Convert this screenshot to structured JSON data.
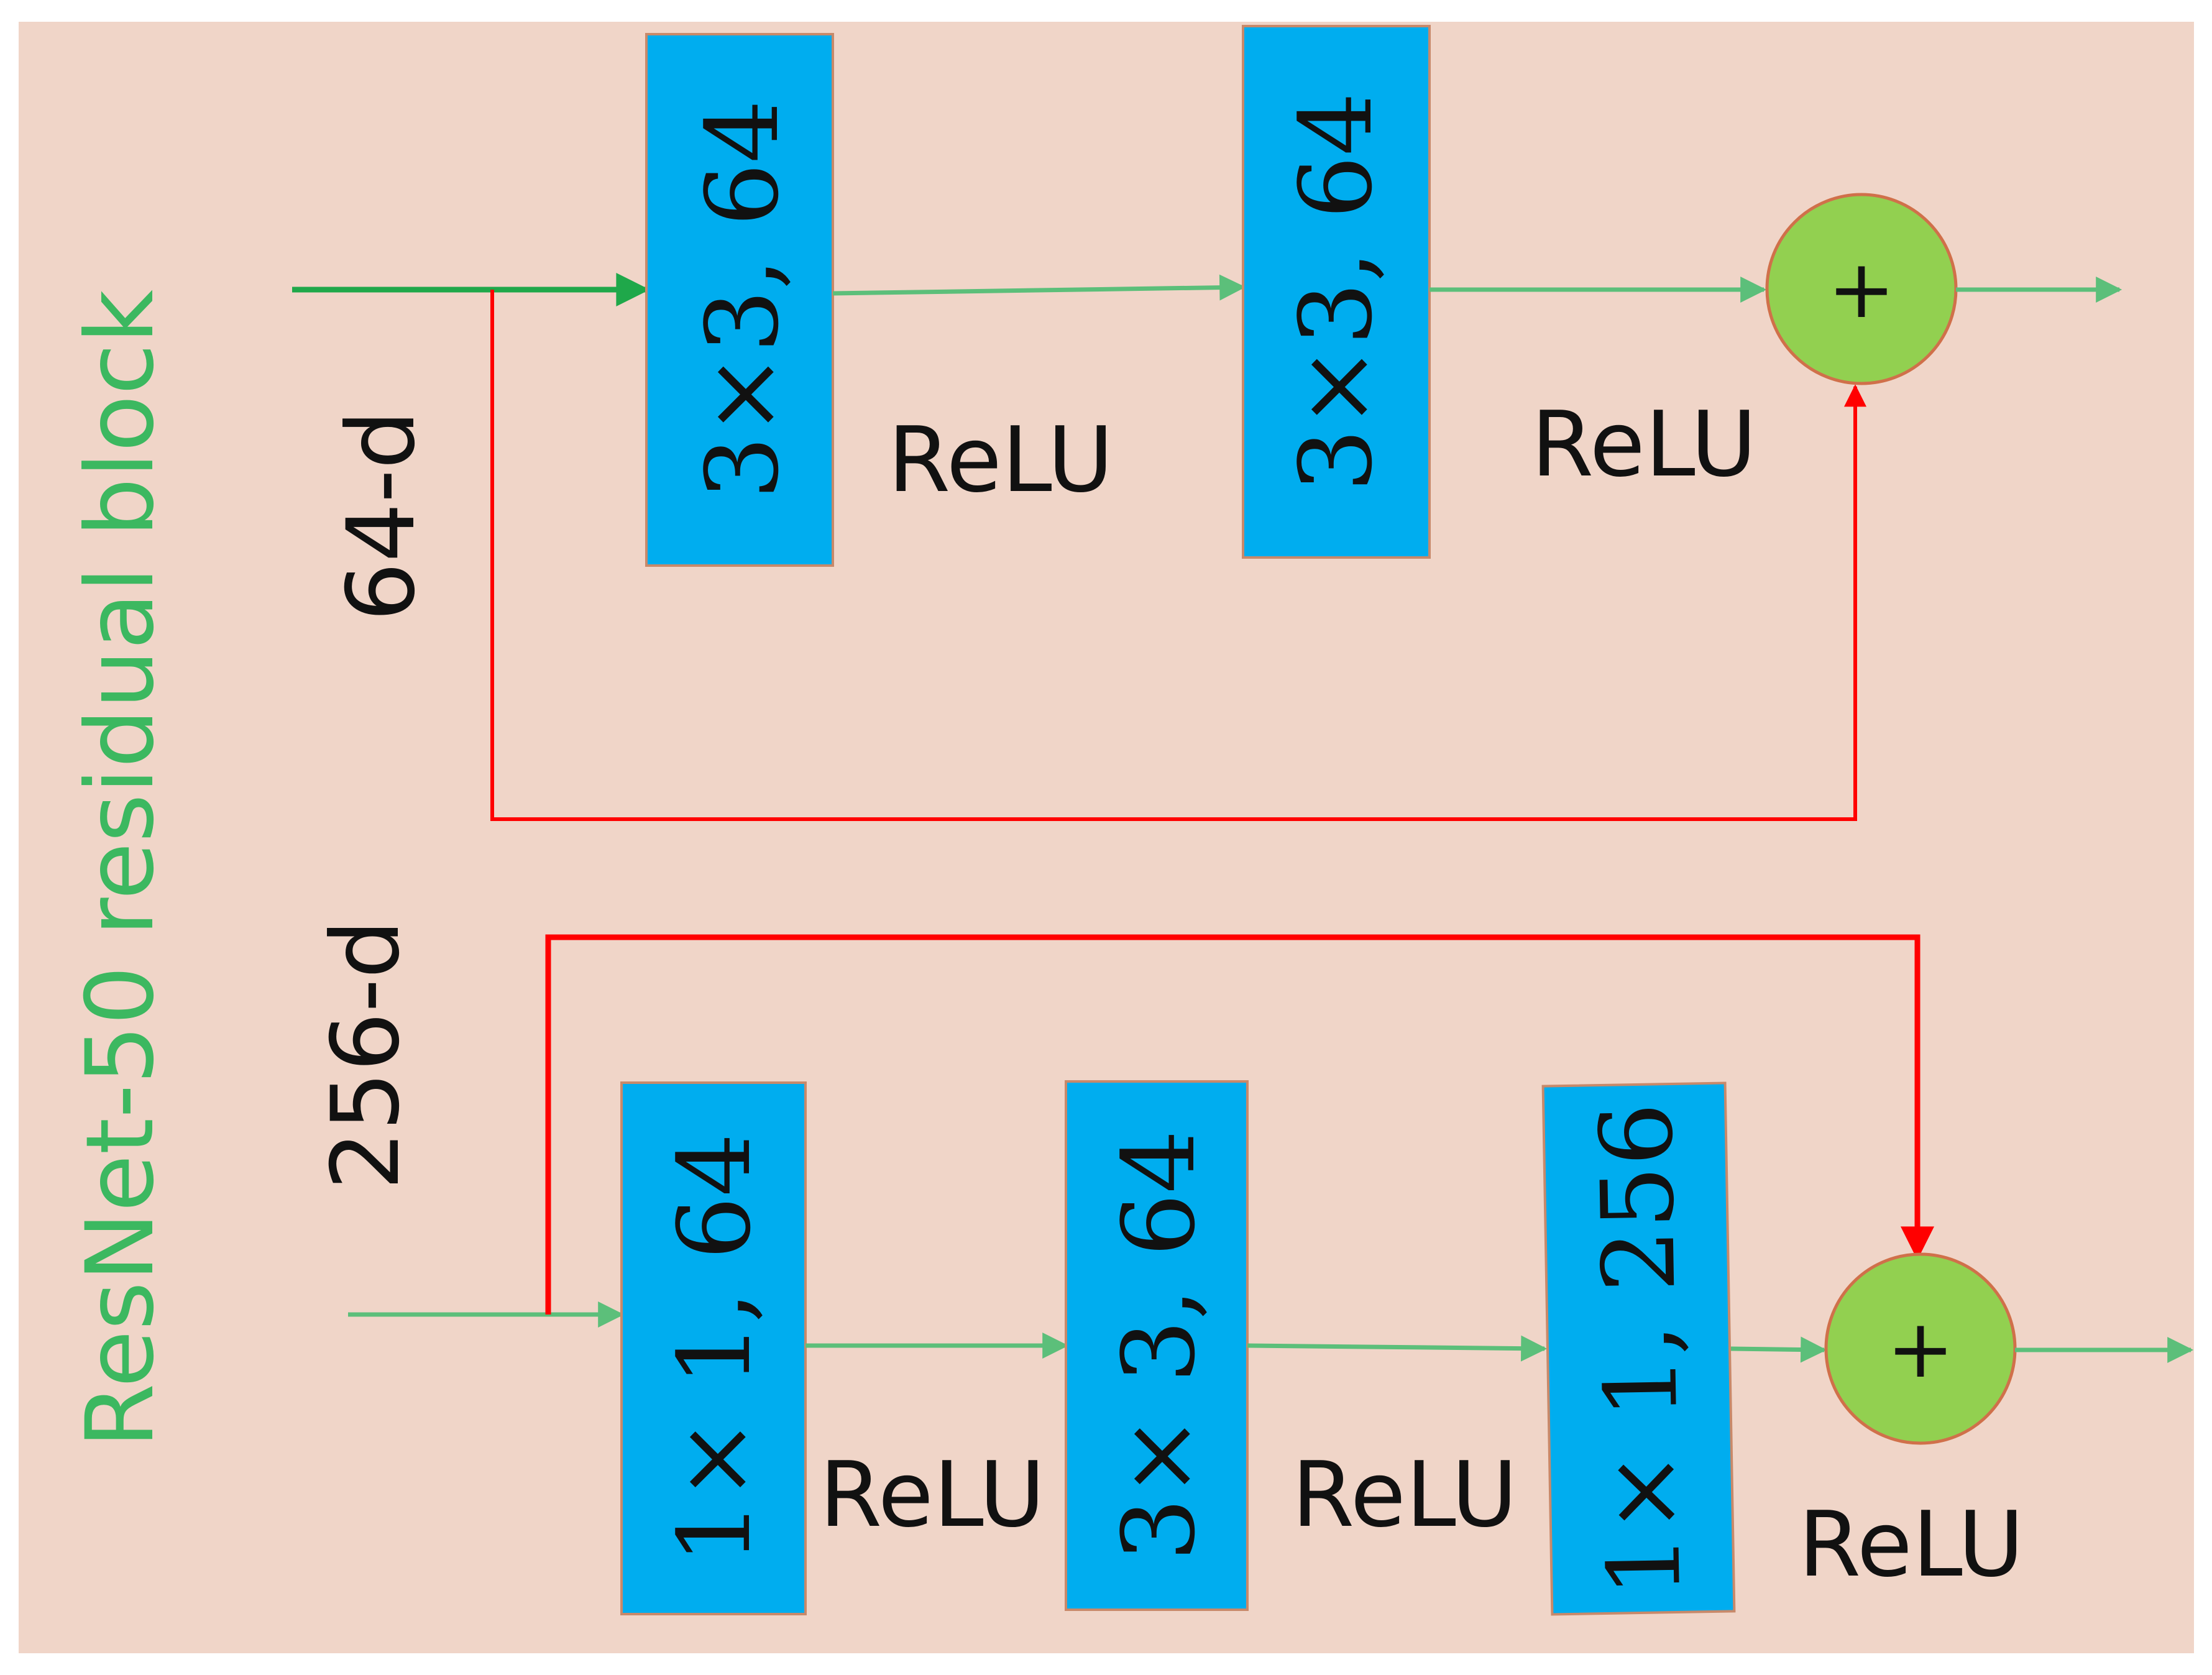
{
  "title": "ResNet-50 residual block",
  "colors": {
    "background": "#F0D5C8",
    "conv_block": "#00ADEF",
    "conv_border": "#C8896A",
    "main_arrow": "#5CBF7A",
    "main_arrow_dark": "#1FA84A",
    "skip_arrow": "#FF0000",
    "add_node_fill": "#92D050",
    "add_node_border": "#D0704A",
    "title_text": "#3CB860",
    "label_text": "#111111"
  },
  "top_block": {
    "dim_label": "64-d",
    "convs": [
      "3×3, 64",
      "3×3, 64"
    ],
    "activations": [
      "ReLU",
      "ReLU"
    ],
    "add_symbol": "+"
  },
  "bottom_block": {
    "dim_label": "256-d",
    "convs": [
      "1× 1, 64",
      "3× 3, 64",
      "1× 1, 256"
    ],
    "activations": [
      "ReLU",
      "ReLU",
      "ReLU"
    ],
    "add_symbol": "+"
  }
}
